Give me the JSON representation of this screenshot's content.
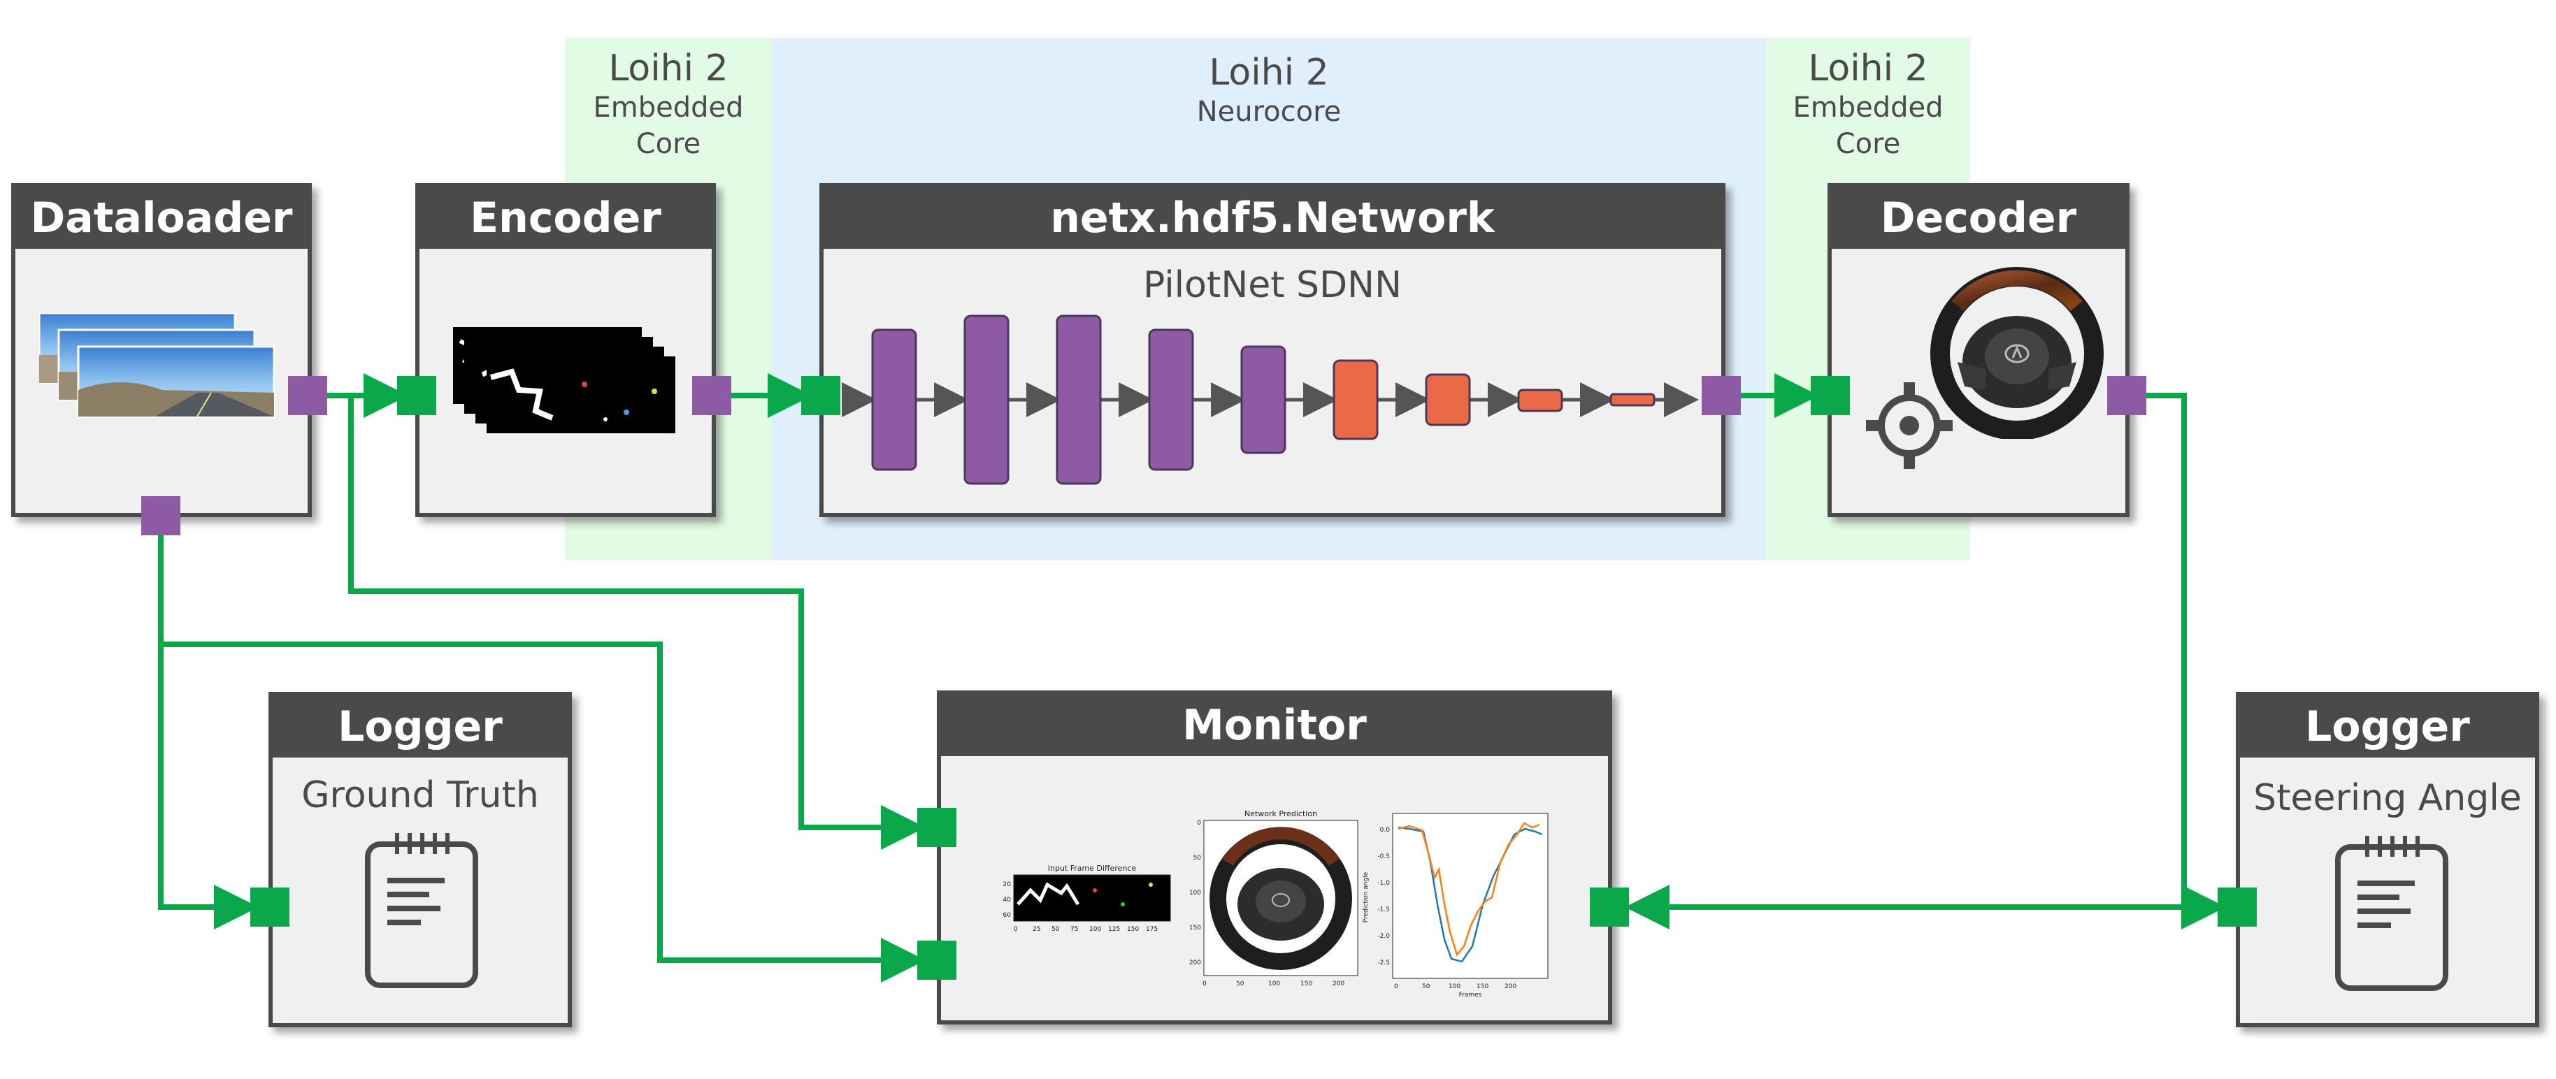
{
  "zones": {
    "embedded_left": {
      "line1": "Loihi 2",
      "line2": "Embedded",
      "line3": "Core"
    },
    "neurocore": {
      "line1": "Loihi 2",
      "line2": "Neurocore"
    },
    "embedded_right": {
      "line1": "Loihi 2",
      "line2": "Embedded",
      "line3": "Core"
    }
  },
  "blocks": {
    "dataloader": {
      "title": "Dataloader"
    },
    "encoder": {
      "title": "Encoder"
    },
    "network": {
      "title": "netx.hdf5.Network",
      "subtitle": "PilotNet SDNN"
    },
    "decoder": {
      "title": "Decoder"
    },
    "logger_gt": {
      "title": "Logger",
      "subtitle": "Ground Truth"
    },
    "monitor": {
      "title": "Monitor"
    },
    "logger_sa": {
      "title": "Logger",
      "subtitle": "Steering Angle"
    }
  },
  "monitor_plots": {
    "frame_diff": {
      "title": "Input Frame Difference",
      "xticks": [
        "0",
        "25",
        "50",
        "75",
        "100",
        "125",
        "150",
        "175"
      ],
      "yticks": [
        "20",
        "40",
        "60"
      ]
    },
    "prediction": {
      "title": "Network Prediction",
      "xticks": [
        "0",
        "50",
        "100",
        "150",
        "200"
      ],
      "yticks": [
        "0",
        "50",
        "100",
        "150",
        "200"
      ]
    },
    "angle": {
      "xlabel": "Frames",
      "ylabel": "Prediction angle",
      "xticks": [
        "0",
        "50",
        "100",
        "150",
        "200"
      ],
      "yticks": [
        "0.0",
        "-0.5",
        "-1.0",
        "-1.5",
        "-2.0",
        "-2.5"
      ]
    }
  },
  "colors": {
    "header": "#4a4a4a",
    "box_fill": "#f0f0f0",
    "port_out": "#8e5aa4",
    "port_in": "#0aa84a",
    "wire": "#0aa84a",
    "layer_purple": "#8e5aa4",
    "layer_orange": "#ea6a48",
    "embedded_zone": "#e2fbe4",
    "neurocore_zone": "#dff0fc"
  }
}
